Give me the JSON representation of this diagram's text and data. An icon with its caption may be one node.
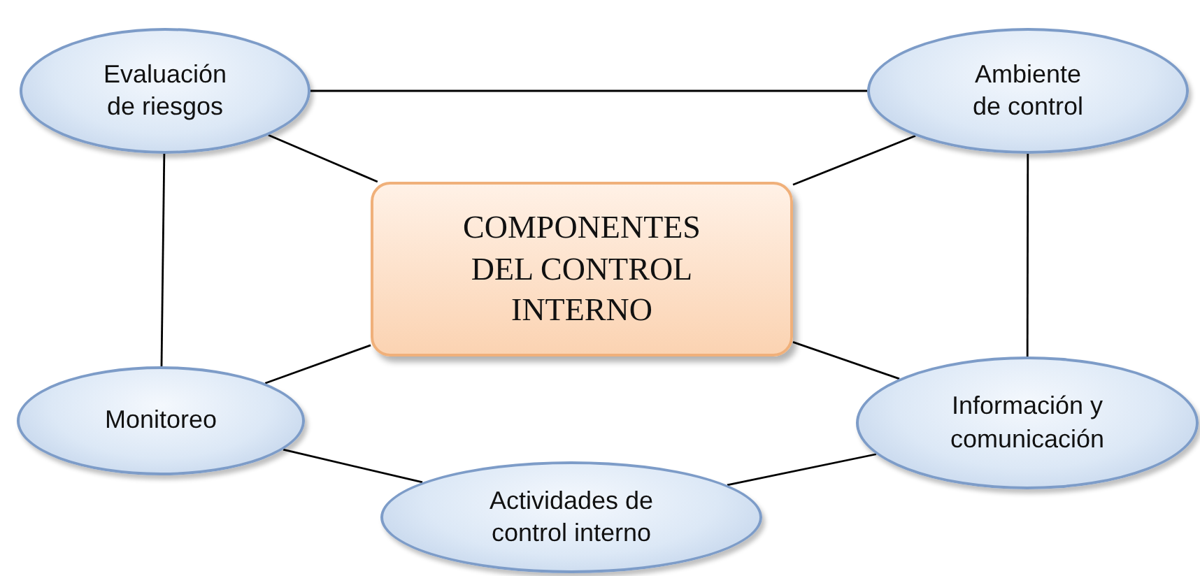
{
  "diagram": {
    "nodes": [
      {
        "text": [
          "Evaluación de riesgos"
        ]
      },
      {
        "text": [
          "Ambiente de control"
        ]
      },
      {
        "text": [
          "COMPONENTES DEL CONTROL INTERNO"
        ]
      },
      {
        "text": [
          "Monitoreo"
        ]
      },
      {
        "text": [
          "Información y comunicación"
        ]
      },
      {
        "text": [
          "Actividades de control interno"
        ]
      }
    ],
    "edges": [
      {
        "from": 0,
        "to": 1,
        "arrow": "none"
      },
      {
        "from": 0,
        "to": 2,
        "arrow": "none"
      },
      {
        "from": 0,
        "to": 3,
        "arrow": "none"
      },
      {
        "from": 1,
        "to": 2,
        "arrow": "none"
      },
      {
        "from": 1,
        "to": 4,
        "arrow": "none"
      },
      {
        "from": 2,
        "to": 3,
        "arrow": "none"
      },
      {
        "from": 2,
        "to": 4,
        "arrow": "none"
      },
      {
        "from": 3,
        "to": 5,
        "arrow": "none"
      },
      {
        "from": 5,
        "to": 4,
        "arrow": "none"
      }
    ]
  }
}
